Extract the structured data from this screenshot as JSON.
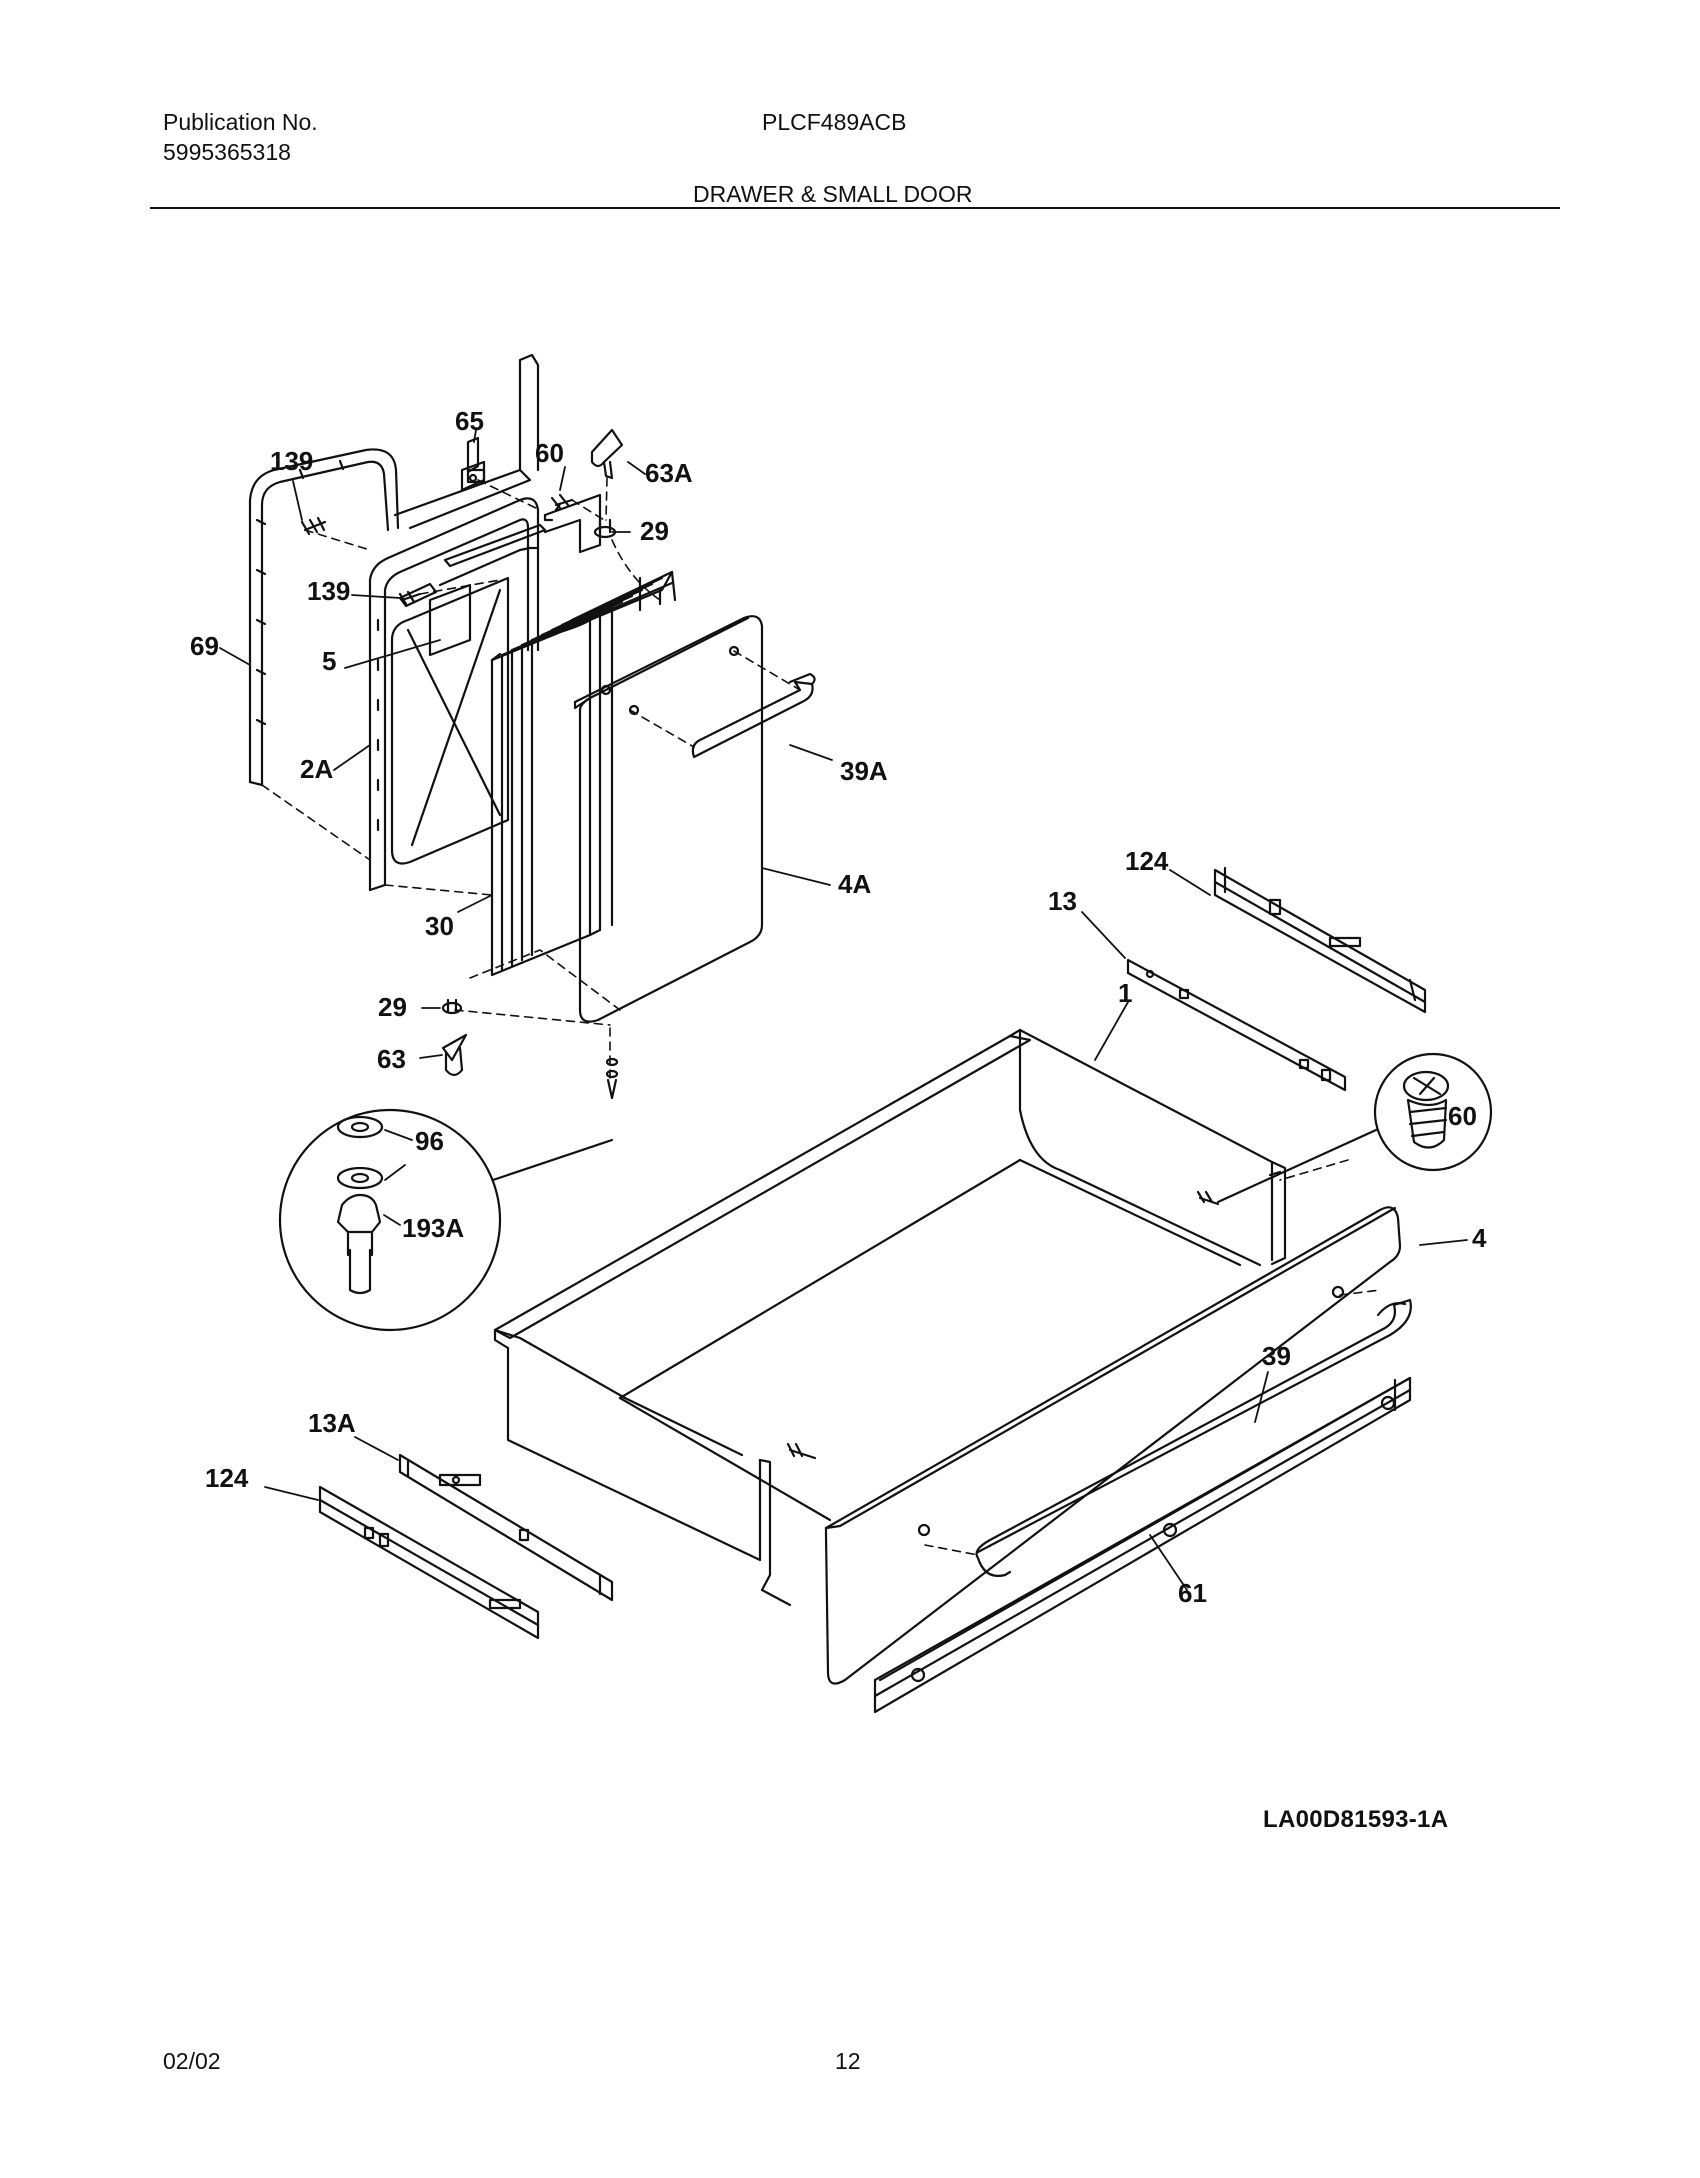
{
  "header": {
    "publication_label": "Publication No.",
    "publication_number": "5995365318",
    "model": "PLCF489ACB",
    "section_title": "DRAWER & SMALL DOOR"
  },
  "callouts": [
    {
      "id": "c-139a",
      "text": "139"
    },
    {
      "id": "c-65",
      "text": "65"
    },
    {
      "id": "c-60a",
      "text": "60"
    },
    {
      "id": "c-63a",
      "text": "63A"
    },
    {
      "id": "c-29a",
      "text": "29"
    },
    {
      "id": "c-139b",
      "text": "139"
    },
    {
      "id": "c-69",
      "text": "69"
    },
    {
      "id": "c-5",
      "text": "5"
    },
    {
      "id": "c-2a",
      "text": "2A"
    },
    {
      "id": "c-39a",
      "text": "39A"
    },
    {
      "id": "c-4a",
      "text": "4A"
    },
    {
      "id": "c-30",
      "text": "30"
    },
    {
      "id": "c-124a",
      "text": "124"
    },
    {
      "id": "c-13",
      "text": "13"
    },
    {
      "id": "c-29b",
      "text": "29"
    },
    {
      "id": "c-63",
      "text": "63"
    },
    {
      "id": "c-1",
      "text": "1"
    },
    {
      "id": "c-96",
      "text": "96"
    },
    {
      "id": "c-60b",
      "text": "60"
    },
    {
      "id": "c-193a",
      "text": "193A"
    },
    {
      "id": "c-4",
      "text": "4"
    },
    {
      "id": "c-39",
      "text": "39"
    },
    {
      "id": "c-13a",
      "text": "13A"
    },
    {
      "id": "c-124b",
      "text": "124"
    },
    {
      "id": "c-61",
      "text": "61"
    }
  ],
  "diagram_id": "LA00D81593-1A",
  "footer": {
    "date": "02/02",
    "page": "12"
  }
}
